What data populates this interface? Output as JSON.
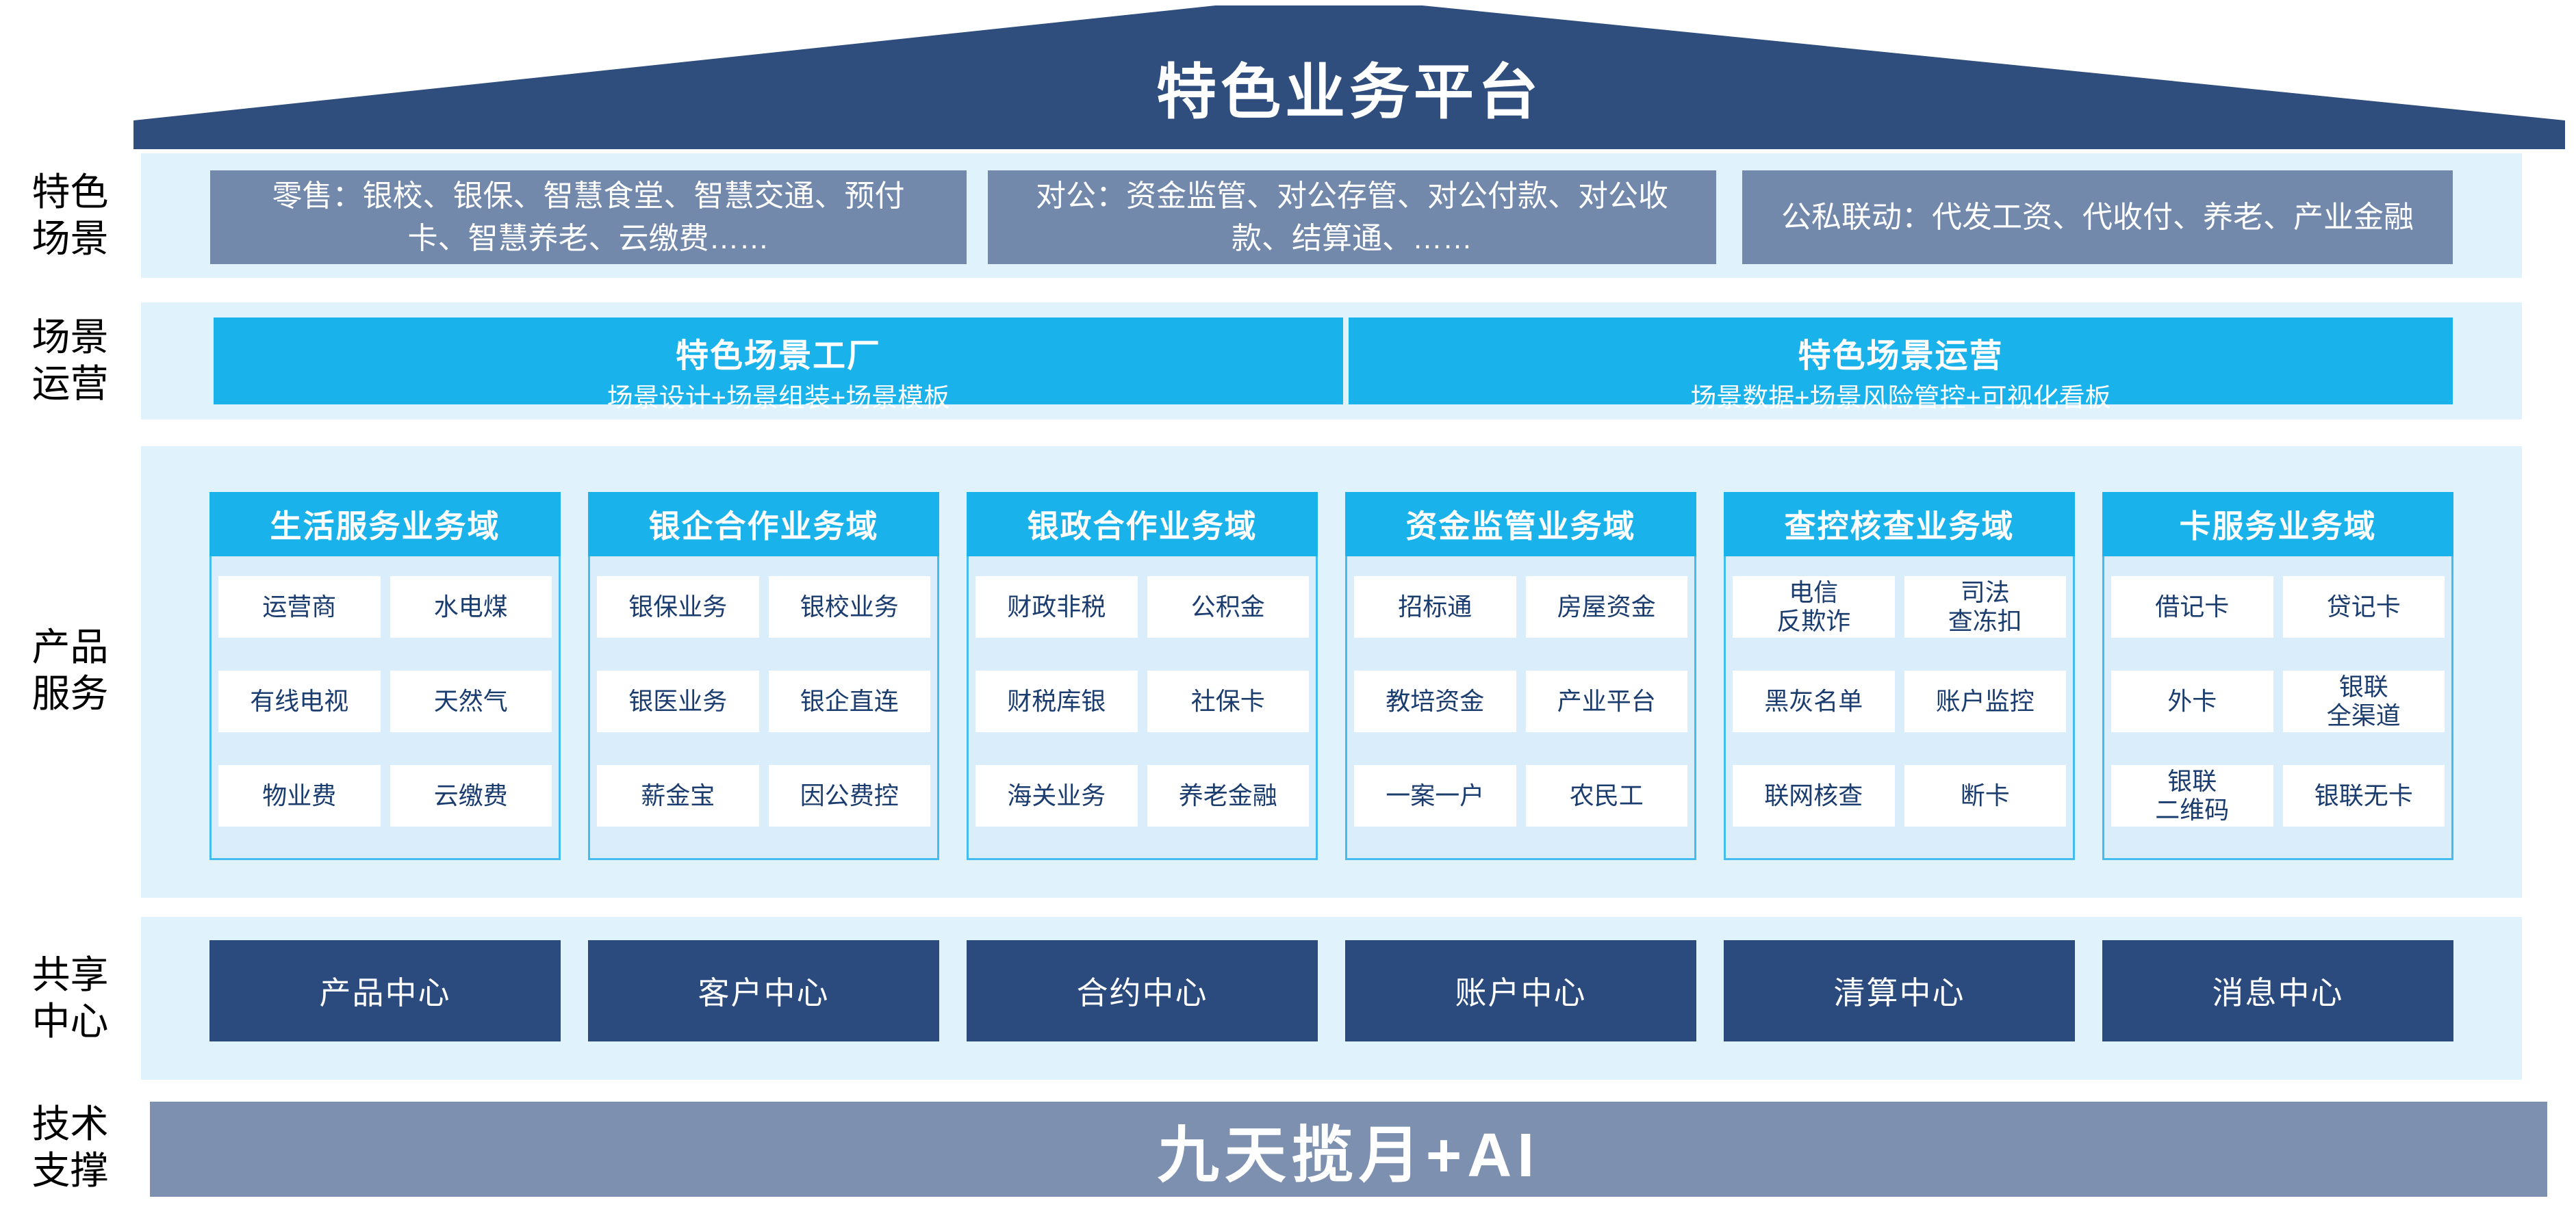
{
  "roof": {
    "title": "特色业务平台"
  },
  "side_labels": [
    {
      "text": "特色\n场景"
    },
    {
      "text": "场景\n运营"
    },
    {
      "text": "产品\n服务"
    },
    {
      "text": "共享\n中心"
    },
    {
      "text": "技术\n支撑"
    }
  ],
  "scenario_row": {
    "boxes": [
      {
        "text": "零售：银校、银保、智慧食堂、智慧交通、预付\n卡、智慧养老、云缴费……"
      },
      {
        "text": "对公：资金监管、对公存管、对公付款、对公收\n款、结算通、……"
      },
      {
        "text": "公私联动：代发工资、代收付、养老、产业金融"
      }
    ]
  },
  "operation_row": {
    "boxes": [
      {
        "title": "特色场景工厂",
        "subtitle": "场景设计+场景组装+场景模板"
      },
      {
        "title": "特色场景运营",
        "subtitle": "场景数据+场景风险管控+可视化看板"
      }
    ]
  },
  "product_row": {
    "columns": [
      {
        "header": "生活服务业务域",
        "cells": [
          "运营商",
          "水电煤",
          "有线电视",
          "天然气",
          "物业费",
          "云缴费"
        ]
      },
      {
        "header": "银企合作业务域",
        "cells": [
          "银保业务",
          "银校业务",
          "银医业务",
          "银企直连",
          "薪金宝",
          "因公费控"
        ]
      },
      {
        "header": "银政合作业务域",
        "cells": [
          "财政非税",
          "公积金",
          "财税库银",
          "社保卡",
          "海关业务",
          "养老金融"
        ]
      },
      {
        "header": "资金监管业务域",
        "cells": [
          "招标通",
          "房屋资金",
          "教培资金",
          "产业平台",
          "一案一户",
          "农民工"
        ]
      },
      {
        "header": "查控核查业务域",
        "cells": [
          "电信\n反欺诈",
          "司法\n查冻扣",
          "黑灰名单",
          "账户监控",
          "联网核查",
          "断卡"
        ]
      },
      {
        "header": "卡服务业务域",
        "cells": [
          "借记卡",
          "贷记卡",
          "外卡",
          "银联\n全渠道",
          "银联\n二维码",
          "银联无卡"
        ]
      }
    ]
  },
  "shared_row": {
    "boxes": [
      {
        "text": "产品中心"
      },
      {
        "text": "客户中心"
      },
      {
        "text": "合约中心"
      },
      {
        "text": "账户中心"
      },
      {
        "text": "清算中心"
      },
      {
        "text": "消息中心"
      }
    ]
  },
  "tech_row": {
    "text": "九天揽月+AI"
  },
  "colors": {
    "roof_navy": "#2F4E7E",
    "band_light_blue": "#E0F3FC",
    "scenario_slate": "#7289AC",
    "cyan": "#1AB2EA",
    "column_body": "#D9EDFB",
    "column_border": "#45BCEE",
    "cell_text_navy": "#1B3C6F",
    "center_box_navy": "#2B4B7E",
    "tech_band_slate": "#7E90B0"
  }
}
